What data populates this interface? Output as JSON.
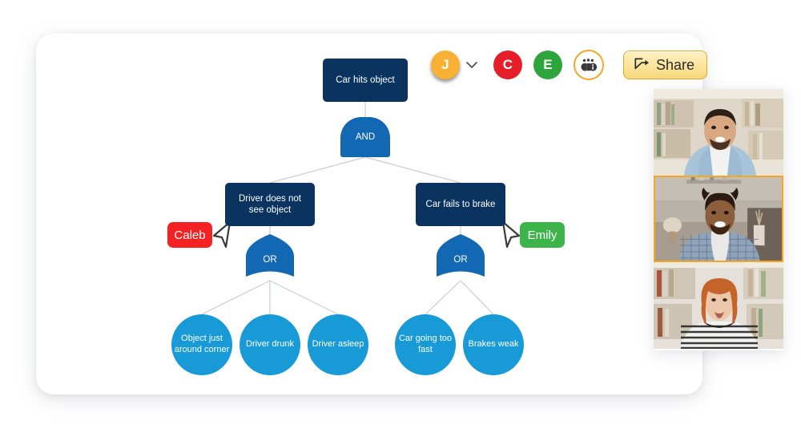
{
  "app": {
    "title": "Fault tree collaboration board"
  },
  "toolbar": {
    "avatars": [
      {
        "name": "avatar-j",
        "initial": "J",
        "color": "#F8B133",
        "active": true
      },
      {
        "name": "avatar-c",
        "initial": "C",
        "color": "#E61E2A",
        "active": false
      },
      {
        "name": "avatar-e",
        "initial": "E",
        "color": "#2DA53C",
        "active": false
      }
    ],
    "chevron_icon": "chevron-down-icon",
    "group_icon": "people-info-icon",
    "share_label": "Share",
    "share_icon": "share-icon",
    "accent_color": "#F5A623"
  },
  "diagram": {
    "type": "fault-tree",
    "colors": {
      "event_box": "#0A3360",
      "gate": "#1268B3",
      "basic_event": "#189AD6",
      "connector": "#C9CDD2"
    },
    "nodes": {
      "top_event": "Car hits object",
      "and_gate": "AND",
      "intermediate_left": "Driver does not see object",
      "intermediate_right": "Car fails to brake",
      "or_gate_left": "OR",
      "or_gate_right": "OR",
      "basic_1": "Object just around corner",
      "basic_2": "Driver drunk",
      "basic_3": "Driver asleep",
      "basic_4": "Car going too fast",
      "basic_5": "Brakes weak"
    }
  },
  "cursors": [
    {
      "name": "cursor-caleb",
      "label": "Caleb",
      "color": "#F42222"
    },
    {
      "name": "cursor-emily",
      "label": "Emily",
      "color": "#3CB44A"
    }
  ],
  "video_panel": {
    "tiles": [
      {
        "name": "video-tile-1",
        "description": "man with beard in denim shirt",
        "active": false
      },
      {
        "name": "video-tile-2",
        "description": "man with curly hair in plaid shirt",
        "active": true
      },
      {
        "name": "video-tile-3",
        "description": "woman with red hair in striped top",
        "active": false
      }
    ],
    "active_border_color": "#F5A623"
  }
}
